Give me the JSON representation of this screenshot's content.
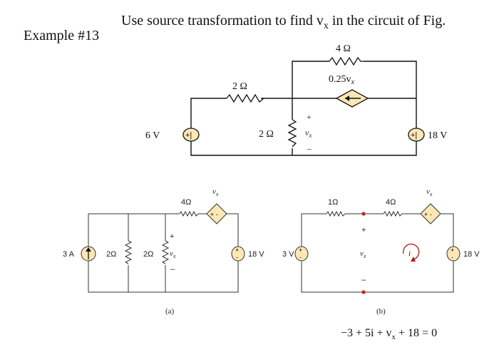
{
  "header": {
    "example_label": "Example #13",
    "title_pre": "Use source transformation to find v",
    "title_sub": "x",
    "title_post": " in the circuit of Fig."
  },
  "top_circuit": {
    "r_top": "4 Ω",
    "dep_source": "0.25v",
    "dep_source_sub": "x",
    "r_left": "2 Ω",
    "r_mid": "2 Ω",
    "vx_plus": "+",
    "vx_label": "v",
    "vx_sub": "x",
    "vx_minus": "–",
    "v_left": "6 V",
    "v_right": "18 V",
    "src_sign": "+|"
  },
  "circuit_a": {
    "i_source": "3 A",
    "r1": "2Ω",
    "r2": "2Ω",
    "r3": "4Ω",
    "vx_plus": "+",
    "vx_label": "v",
    "vx_sub": "x",
    "vx_minus": "–",
    "dep_label": "v",
    "dep_sub": "x",
    "dep_sign": "+ -",
    "v_source": "18 V",
    "caption": "(a)"
  },
  "circuit_b": {
    "v_source_left": "3 V",
    "r1": "1Ω",
    "r2": "4Ω",
    "vx_plus": "+",
    "vx_label": "v",
    "vx_sub": "x",
    "vx_minus": "–",
    "mesh_current": "i",
    "dep_label": "v",
    "dep_sub": "x",
    "dep_sign": "+ -",
    "v_source_right": "18 V",
    "caption": "(b)",
    "equation": "−3 + 5i + v",
    "equation_sub": "x",
    "equation_post": " + 18 = 0"
  },
  "colors": {
    "source_fill": "#fde7b5",
    "wire": "#111111"
  }
}
